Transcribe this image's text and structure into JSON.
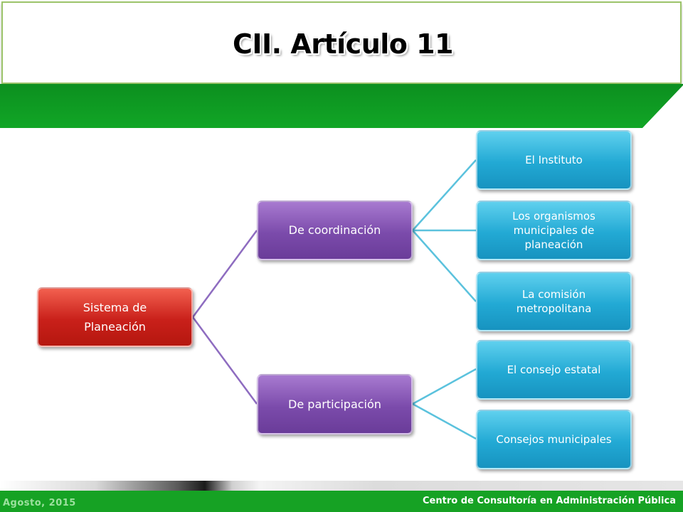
{
  "slide": {
    "title": "CII. Artículo 11",
    "footer_date": "Agosto, 2015",
    "footer_org": "Centro de Consultoría en Administración Pública"
  },
  "colors": {
    "band_green": "#0e9a22",
    "root_red": "#c9201a",
    "mid_purple": "#7b4bab",
    "leaf_blue": "#22a9d4",
    "connector_purple": "#8e6cc0",
    "connector_blue": "#5bc2dd"
  },
  "diagram": {
    "root": {
      "label": "Sistema de Planeación"
    },
    "branches": [
      {
        "label": "De coordinación",
        "children": [
          {
            "label": "El Instituto"
          },
          {
            "label": "Los organismos municipales de planeación"
          },
          {
            "label": "La comisión metropolitana"
          }
        ]
      },
      {
        "label": "De participación",
        "children": [
          {
            "label": "El consejo estatal"
          },
          {
            "label": "Consejos municipales"
          }
        ]
      }
    ]
  }
}
